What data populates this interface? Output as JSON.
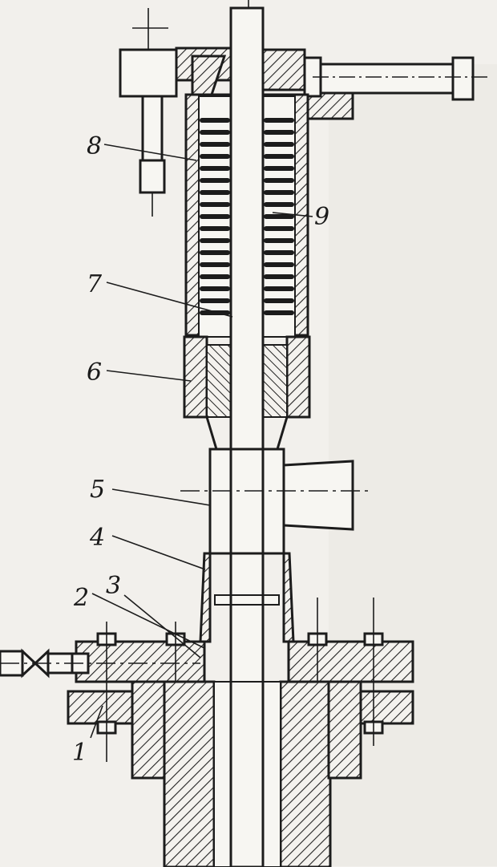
{
  "figure": {
    "labels": [
      "1",
      "2",
      "3",
      "4",
      "5",
      "6",
      "7",
      "8",
      "9"
    ]
  }
}
